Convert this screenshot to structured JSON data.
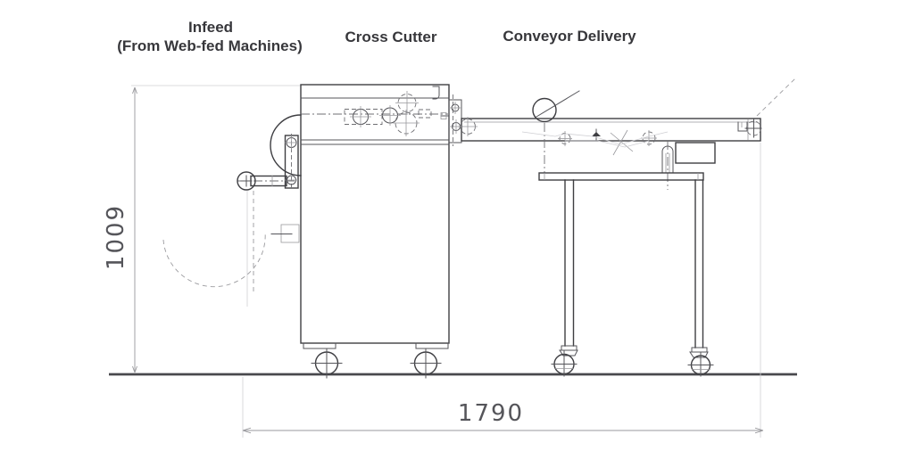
{
  "title": "Cross cutter machine side-view technical drawing",
  "labels": {
    "infeed": {
      "line1": "Infeed",
      "line2": "(From Web-fed Machines)"
    },
    "cross_cutter": "Cross Cutter",
    "conveyor_delivery": "Conveyor Delivery"
  },
  "dimensions": {
    "overall_height": "1009",
    "overall_length": "1790"
  },
  "colors": {
    "background": "#ffffff",
    "line_primary": "#3e3e42",
    "line_secondary": "#55555a",
    "line_dimension": "#98989c",
    "text_label": "#37373b",
    "text_dimension": "#55555a"
  }
}
